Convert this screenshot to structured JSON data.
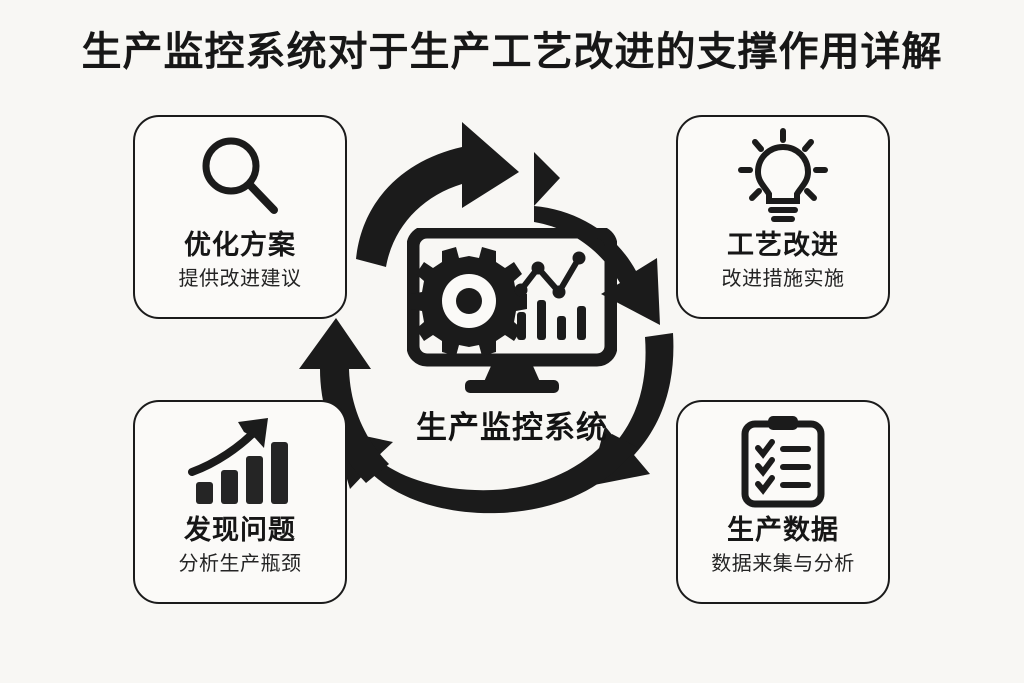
{
  "page": {
    "title": "生产监控系统对于生产工艺改进的支撑作用详解",
    "background_color": "#f8f7f4",
    "ink_color": "#1b1b1b"
  },
  "center": {
    "label": "生产监控系统",
    "icon": "monitor-gear-chart-icon"
  },
  "cards": [
    {
      "id": "optimization-plan",
      "position": "top-left",
      "icon": "magnifier-icon",
      "title": "优化方案",
      "subtitle": "提供改进建议"
    },
    {
      "id": "process-improvement",
      "position": "top-right",
      "icon": "lightbulb-icon",
      "title": "工艺改进",
      "subtitle": "改进措施实施"
    },
    {
      "id": "problem-discovery",
      "position": "bottom-left",
      "icon": "growth-bar-chart-icon",
      "title": "发现问题",
      "subtitle": "分析生产瓶颈"
    },
    {
      "id": "production-data",
      "position": "bottom-right",
      "icon": "clipboard-checklist-icon",
      "title": "生产数据",
      "subtitle": "数据来集与分析"
    }
  ],
  "arrows": [
    {
      "id": "arrow-top-left",
      "from": "optimization-plan",
      "to": "cycle-top",
      "direction": "clockwise"
    },
    {
      "id": "arrow-top-right",
      "from": "cycle-top",
      "to": "process-improvement",
      "direction": "clockwise"
    },
    {
      "id": "arrow-right",
      "from": "process-improvement",
      "to": "production-data",
      "direction": "clockwise"
    },
    {
      "id": "arrow-bottom",
      "from": "production-data",
      "to": "cycle-bottom",
      "direction": "clockwise"
    },
    {
      "id": "arrow-left",
      "from": "cycle-bottom",
      "to": "problem-discovery",
      "direction": "clockwise"
    }
  ]
}
